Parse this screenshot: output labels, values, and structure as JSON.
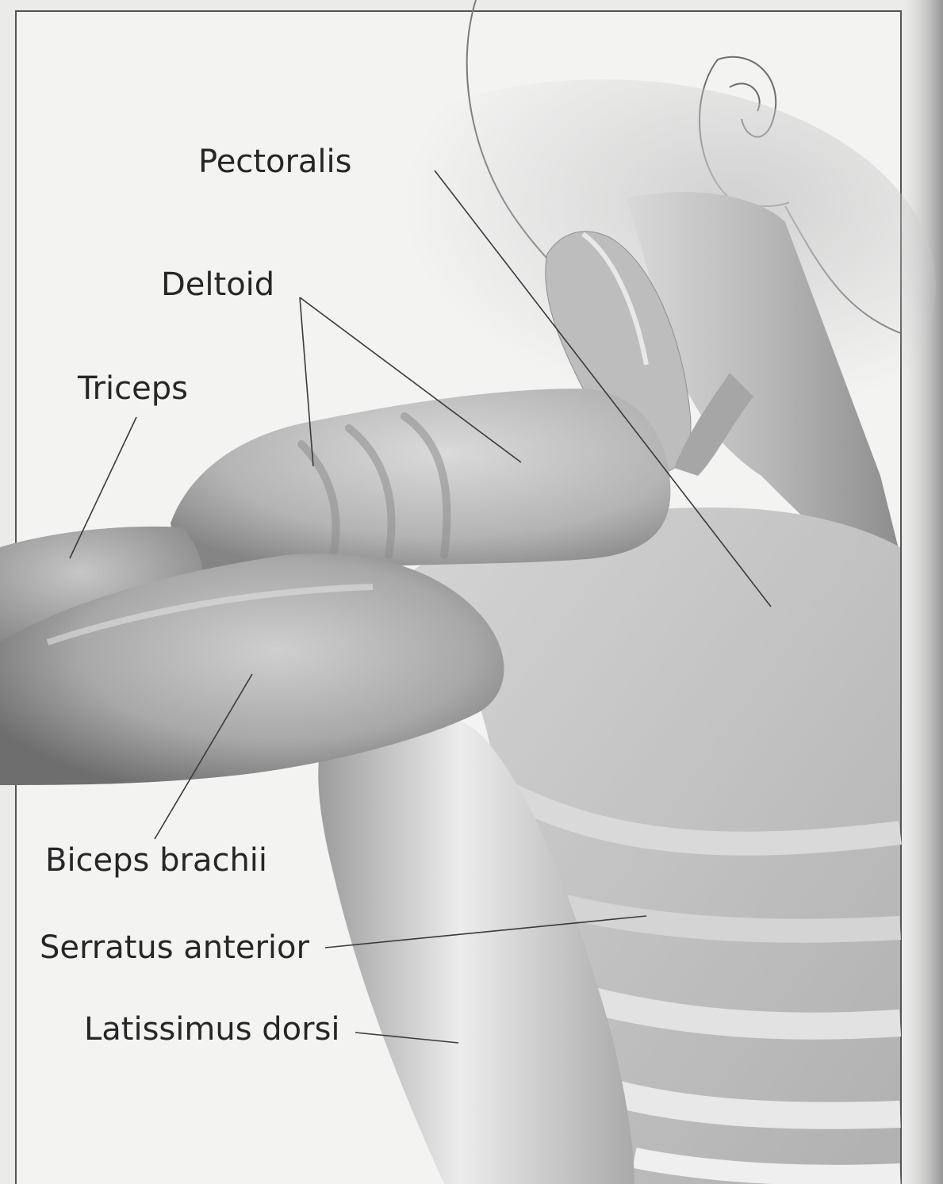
{
  "labels": {
    "pectoralis": "Pectoralis",
    "deltoid": "Deltoid",
    "triceps": "Triceps",
    "biceps_brachii": "Biceps brachii",
    "serratus_anterior": "Serratus anterior",
    "latissimus_dorsi": "Latissimus dorsi"
  }
}
